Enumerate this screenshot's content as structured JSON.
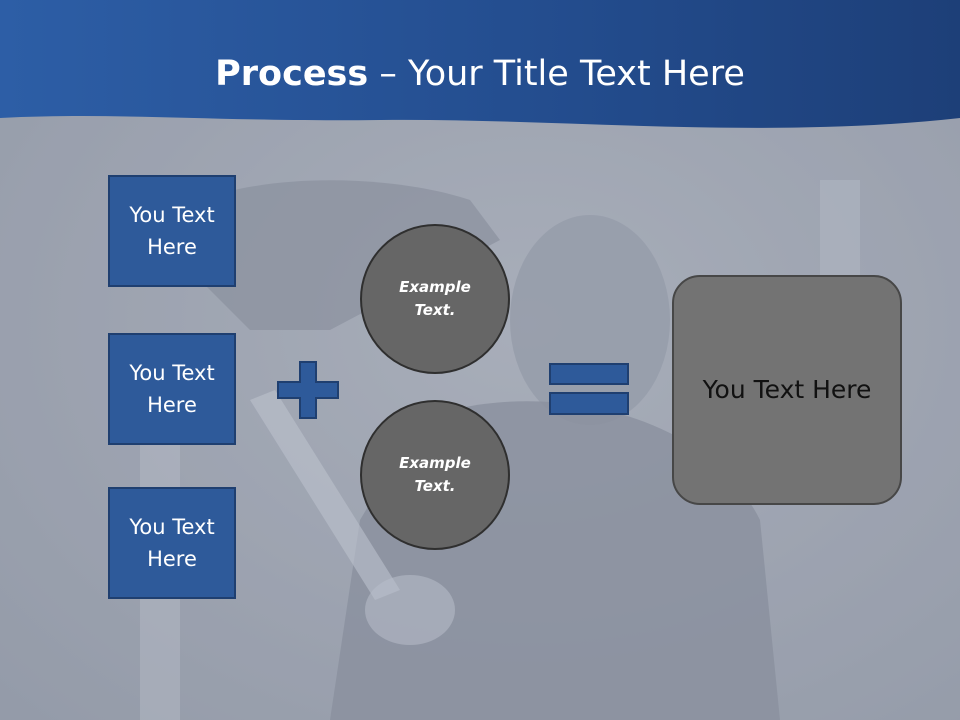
{
  "slide": {
    "title_bold": "Process",
    "title_rest": " – Your Title Text Here",
    "boxes": [
      {
        "label": "You Text Here"
      },
      {
        "label": "You Text Here"
      },
      {
        "label": "You Text Here"
      }
    ],
    "circles": [
      {
        "label": "Example Text."
      },
      {
        "label": "Example Text."
      }
    ],
    "result_label": "You Text Here",
    "operator_icons": [
      "plus-icon",
      "equals-icon"
    ],
    "colors": {
      "header_blue": "#2b5596",
      "box_blue": "#2e5a9a",
      "circle_gray": "#666666",
      "result_gray": "#737373"
    }
  }
}
